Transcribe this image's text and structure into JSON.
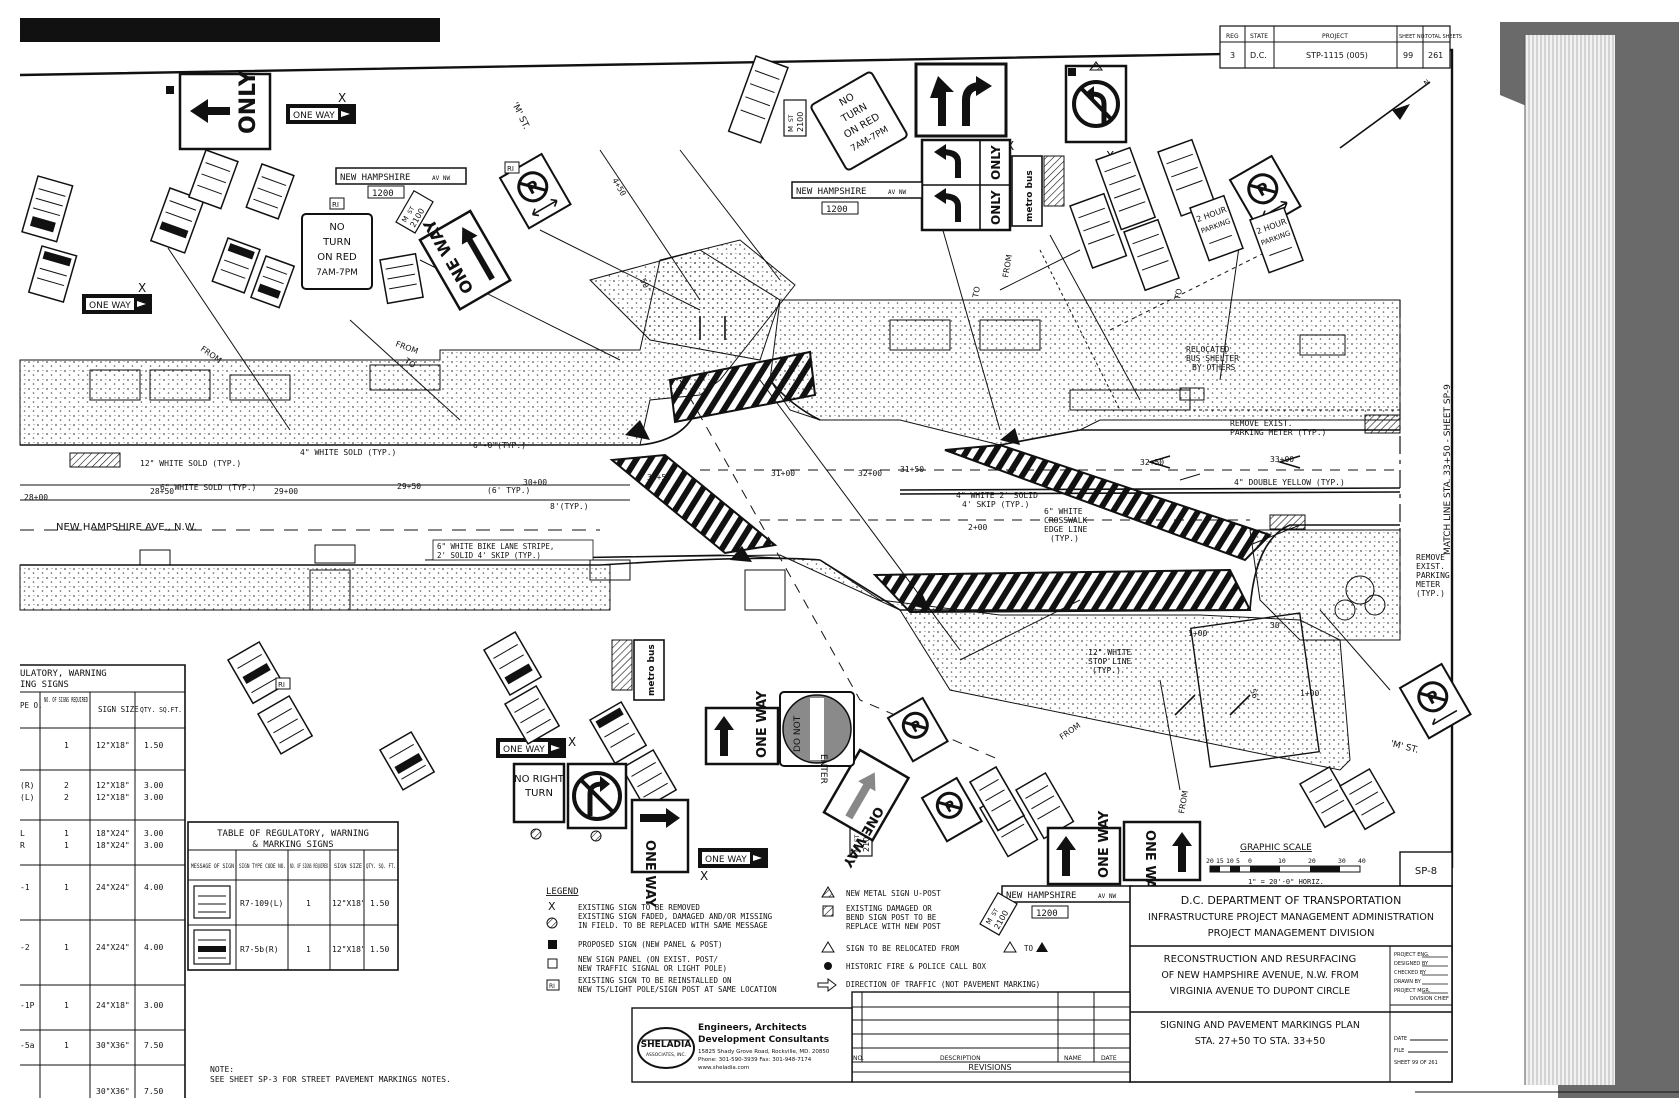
{
  "header_table": {
    "columns": [
      "REG",
      "STATE",
      "PROJECT",
      "SHEET NO.",
      "TOTAL SHEETS"
    ],
    "row": [
      "3",
      "D.C.",
      "STP-1115 (005)",
      "99",
      "261"
    ]
  },
  "signs": {
    "one_way": "ONE WAY",
    "only": "ONLY",
    "no_turn_on_red": [
      "NO",
      "TURN",
      "ON RED",
      "7AM-7PM"
    ],
    "no_right_turn": [
      "NO RIGHT",
      "TURN"
    ],
    "do_not_enter": [
      "DO NOT",
      "ENTER"
    ],
    "metro_bus": "metro bus",
    "two_hour_parking": [
      "2 HOUR",
      "PARKING"
    ],
    "street_signs": [
      {
        "name": "NEW HAMPSHIRE",
        "suffix": "AV NW",
        "number": "1200"
      },
      {
        "name": "NEW HAMPSHIRE",
        "suffix": "AV NW",
        "number": "1200"
      },
      {
        "name": "NEW HAMPSHIRE",
        "suffix": "AV NW",
        "number": "1200"
      }
    ],
    "m_st_2100": [
      "M",
      "ST",
      "2100"
    ]
  },
  "labels": {
    "m_st_top": "'M' ST.",
    "m_st_right": "'M' ST.",
    "street_name": "NEW HAMPSHIRE AVE., N.W.",
    "white_solid_12": "12\" WHITE SOLD (TYP.)",
    "white_solid_4": "4\" WHITE SOLD (TYP.)",
    "white_solid_6": "6\" WHITE SOLD (TYP.)",
    "typ_6": "6'-0\"(TYP.)",
    "typ_6b": "(6' TYP.)",
    "typ_8": "8'(TYP.)",
    "bike_lane": [
      "6\" WHITE BIKE LANE STRIPE,",
      "2' SOLID 4' SKIP (TYP.)"
    ],
    "white_2_solid": [
      "4\" WHITE 2' SOLID",
      "4' SKIP (TYP.)"
    ],
    "crosswalk_edge": [
      "6\" WHITE",
      "CROSSWALK",
      "EDGE LINE",
      "(TYP.)"
    ],
    "double_yellow": "4\" DOUBLE YELLOW (TYP.)",
    "stop_line": [
      "12\" WHITE",
      "STOP LINE",
      "(TYP.)"
    ],
    "relocated_bus_shelter": [
      "RELOCATED",
      "BUS SHELTER",
      "BY OTHERS"
    ],
    "remove_meter_top": [
      "REMOVE EXIST.",
      "PARKING METER (TYP.)"
    ],
    "remove_meter_right": [
      "REMOVE",
      "EXIST.",
      "PARKING",
      "METER",
      "(TYP.)"
    ],
    "match_line": "MATCH LINE STA. 33+50 - SHEET SP-9",
    "stations": [
      "28+00",
      "28+50",
      "29+00",
      "29+50",
      "30+00",
      "30+50",
      "31+00",
      "31+50",
      "32+00",
      "32+50",
      "33+00",
      "33+50",
      "4+50",
      "2+00",
      "1+00"
    ],
    "to": "TO",
    "from": "FROM",
    "dim_56": "56'",
    "dim_30": "30'",
    "dim_50": "50'"
  },
  "small_table": {
    "title": [
      "TABLE OF REGULATORY, WARNING",
      "& MARKING SIGNS"
    ],
    "columns": [
      "MESSAGE OF SIGN",
      "SIGN TYPE CODE NO.",
      "NO. OF SIGNS REQUIRED",
      "SIGN SIZE",
      "QTY. SQ. FT."
    ],
    "rows": [
      [
        "",
        "R7-109(L)",
        "1",
        "12\"X18\"",
        "1.50"
      ],
      [
        "",
        "R7-5b(R)",
        "1",
        "12\"X18\"",
        "1.50"
      ]
    ]
  },
  "big_table": {
    "title": [
      "ULATORY, WARNING",
      "ING SIGNS"
    ],
    "columns": [
      "PE O.",
      "NO. OF SIGNS REQUIRED",
      "SIGN SIZE",
      "QTY. SQ.FT."
    ],
    "rows": [
      [
        "",
        "1",
        "12\"X18\"",
        "1.50"
      ],
      [
        "(R)",
        "2",
        "12\"X18\"",
        "3.00"
      ],
      [
        "(L)",
        "2",
        "12\"X18\"",
        "3.00"
      ],
      [
        "L",
        "1",
        "18\"X24\"",
        "3.00"
      ],
      [
        "R",
        "1",
        "18\"X24\"",
        "3.00"
      ],
      [
        "-1",
        "1",
        "24\"X24\"",
        "4.00"
      ],
      [
        "-2",
        "1",
        "24\"X24\"",
        "4.00"
      ],
      [
        "-1P",
        "1",
        "24\"X18\"",
        "3.00"
      ],
      [
        "-5a",
        "1",
        "30\"X36\"",
        "7.50"
      ],
      [
        "",
        "",
        "30\"X36\"",
        "7.50"
      ]
    ]
  },
  "legend": {
    "title": "LEGEND",
    "left": [
      {
        "icon": "x-mark-icon",
        "text": [
          "EXISTING SIGN TO BE REMOVED"
        ]
      },
      {
        "icon": "hatched-circle-icon",
        "text": [
          "EXISTING SIGN FADED, DAMAGED AND/OR MISSING",
          "IN FIELD. TO BE REPLACED WITH SAME MESSAGE"
        ]
      },
      {
        "icon": "filled-square-icon",
        "text": [
          "PROPOSED SIGN (NEW PANEL & POST)"
        ]
      },
      {
        "icon": "open-square-icon",
        "text": [
          "NEW SIGN PANEL (ON EXIST. POST/",
          "NEW TRAFFIC SIGNAL OR LIGHT POLE)"
        ]
      },
      {
        "icon": "ri-box-icon",
        "text": [
          "EXISTING SIGN TO BE REINSTALLED ON",
          "NEW TS/LIGHT POLE/SIGN POST AT SAME LOCATION"
        ]
      }
    ],
    "right": [
      {
        "icon": "hatched-triangle-icon",
        "text": [
          "NEW METAL SIGN U-POST"
        ]
      },
      {
        "icon": "hatched-square-icon",
        "text": [
          "EXISTING DAMAGED OR",
          "BEND SIGN POST TO BE",
          "REPLACE WITH NEW POST"
        ]
      },
      {
        "icon": "open-triangle-icon",
        "text": [
          "SIGN TO BE RELOCATED FROM",
          "TO"
        ]
      },
      {
        "icon": "filled-circle-icon",
        "text": [
          "HISTORIC FIRE & POLICE CALL BOX"
        ]
      },
      {
        "icon": "open-arrow-icon",
        "text": [
          "DIRECTION OF TRAFFIC (NOT PAVEMENT MARKING)"
        ]
      }
    ],
    "ri": "RI"
  },
  "title_block": {
    "agency": [
      "D.C. DEPARTMENT OF TRANSPORTATION",
      "INFRASTRUCTURE PROJECT MANAGEMENT ADMINISTRATION",
      "PROJECT MANAGEMENT DIVISION"
    ],
    "project": [
      "RECONSTRUCTION AND RESURFACING",
      "OF NEW HAMPSHIRE AVENUE, N.W. FROM",
      "VIRGINIA AVENUE TO DUPONT CIRCLE"
    ],
    "plan": [
      "SIGNING AND PAVEMENT MARKINGS PLAN",
      "STA. 27+50 TO STA. 33+50"
    ],
    "sheet_id": "SP-8",
    "sign_offs": [
      "PROJECT ENG.",
      "DESIGNED BY",
      "CHECKED BY",
      "DRAWN BY",
      "PROJECT MGR."
    ],
    "division_chief": "DIVISION CHIEF",
    "date_label": "DATE",
    "file_label": "FILE",
    "sheet_of": "SHEET 99 OF 261",
    "revisions": {
      "columns": [
        "NO.",
        "DESCRIPTION",
        "NAME",
        "DATE"
      ],
      "title": "REVISIONS"
    }
  },
  "consultant": {
    "logo": "SHELADIA",
    "logo_sub": "ASSOCIATES, INC.",
    "name": [
      "Engineers, Architects",
      "Development Consultants"
    ],
    "address": [
      "15825 Shady Grove Road, Rockville, MD. 20850",
      "Phone: 301-590-3939 Fax: 301-948-7174",
      "www.sheladia.com"
    ]
  },
  "graphic_scale": {
    "title": "GRAPHIC SCALE",
    "ticks": [
      "20",
      "15",
      "10",
      "5",
      "0",
      "10",
      "20",
      "30",
      "40"
    ],
    "note": "1\" = 20'-0\" HORIZ."
  },
  "note": {
    "label": "NOTE:",
    "text": "SEE SHEET SP-3 FOR STREET PAVEMENT MARKINGS NOTES."
  },
  "colors": {
    "ink": "#111111",
    "paper": "#ffffff",
    "stipple": "#555555",
    "page_edge": "#6a6a6a"
  }
}
